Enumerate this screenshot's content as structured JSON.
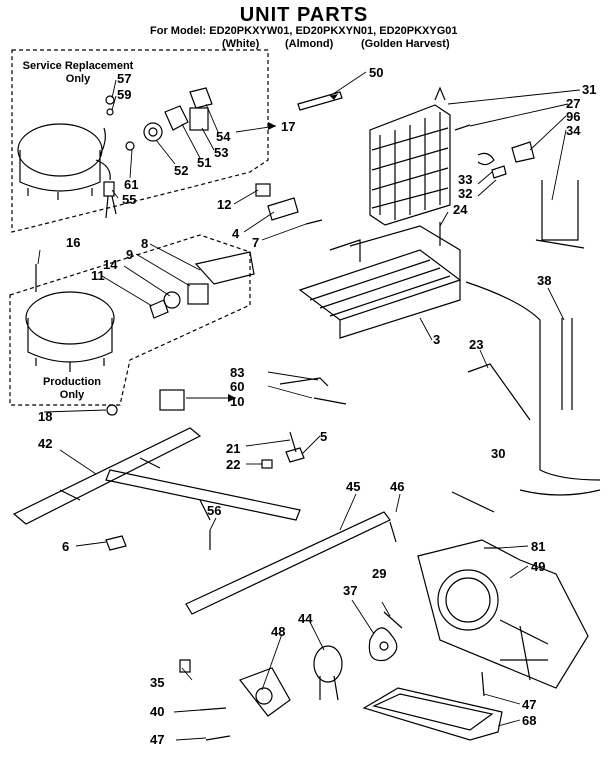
{
  "header": {
    "title": "UNIT PARTS",
    "models_line": "For Model: ED20PKXYW01, ED20PKXYN01, ED20PKXYG01",
    "variant_white": "(White)",
    "variant_almond": "(Almond)",
    "variant_golden": "(Golden Harvest)"
  },
  "boxes": {
    "service_line1": "Service Replacement",
    "service_line2": "Only",
    "production_line1": "Production",
    "production_line2": "Only"
  },
  "callouts": {
    "c57": "57",
    "c59": "59",
    "c61": "61",
    "c52": "52",
    "c51": "51",
    "c53": "53",
    "c54": "54",
    "c55": "55",
    "c17": "17",
    "c50": "50",
    "c31": "31",
    "c27": "27",
    "c96": "96",
    "c34": "34",
    "c33": "33",
    "c32": "32",
    "c24": "24",
    "c12": "12",
    "c4": "4",
    "c7": "7",
    "c16": "16",
    "c8": "8",
    "c9": "9",
    "c14": "14",
    "c11": "11",
    "c3": "3",
    "c38": "38",
    "c23": "23",
    "c83": "83",
    "c60": "60",
    "c10": "10",
    "c18": "18",
    "c42": "42",
    "c21": "21",
    "c5": "5",
    "c22": "22",
    "c30": "30",
    "c45": "45",
    "c46": "46",
    "c56": "56",
    "c6": "6",
    "c81": "81",
    "c49": "49",
    "c29": "29",
    "c37": "37",
    "c48": "48",
    "c44": "44",
    "c35": "35",
    "c40": "40",
    "c47a": "47",
    "c47b": "47",
    "c68": "68"
  }
}
